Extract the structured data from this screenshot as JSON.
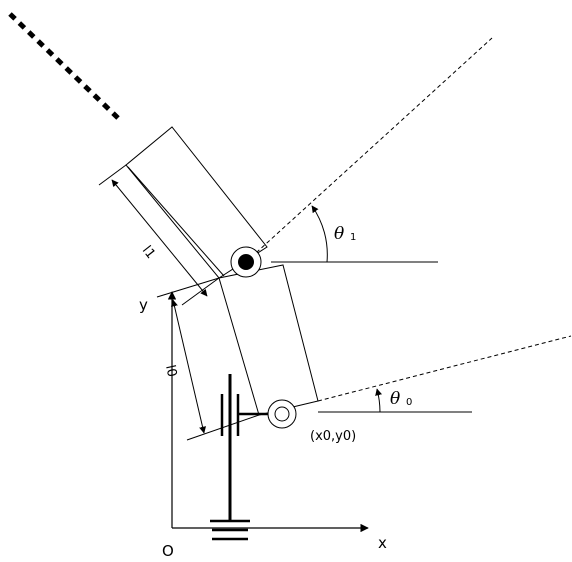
{
  "labels": {
    "origin": "O",
    "x_axis": "x",
    "y_axis": "y",
    "link0_length": "l0",
    "link1_length": "l1",
    "theta0": "θ",
    "theta0_sub": "0",
    "theta1": "θ",
    "theta1_sub": "1",
    "base_point": "(x0,y0)"
  }
}
